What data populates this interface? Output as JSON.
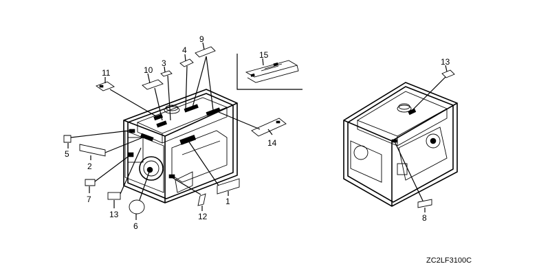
{
  "figure": {
    "code": "ZC2LF3100C"
  },
  "callouts": {
    "c1": "1",
    "c2": "2",
    "c3": "3",
    "c4": "4",
    "c5": "5",
    "c6": "6",
    "c7": "7",
    "c8": "8",
    "c9": "9",
    "c10": "10",
    "c11": "11",
    "c12": "12",
    "c13a": "13",
    "c13b": "13",
    "c14": "14",
    "c15": "15"
  }
}
